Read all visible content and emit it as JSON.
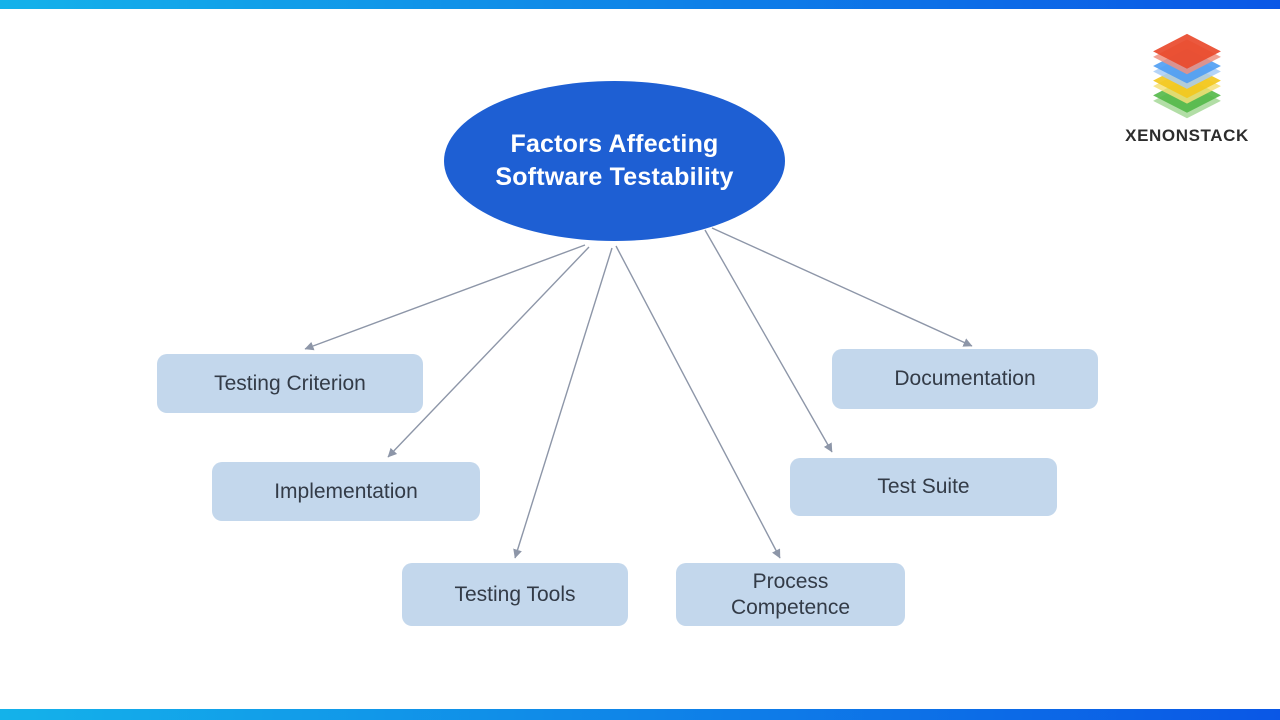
{
  "colors": {
    "bar_start": "#14b2ea",
    "bar_end": "#0a57e6",
    "ellipse_fill": "#1e5fd3",
    "ellipse_text": "#ffffff",
    "node_fill": "#c3d7ec",
    "node_text": "#333b47",
    "arrow": "#8d96a8",
    "logo_text": "#2d2d2d",
    "logo_red": "#e94a2d",
    "logo_red_light": "#f0907f",
    "logo_blue": "#4e9df3",
    "logo_blue_light": "#a7cdf7",
    "logo_yellow": "#f3c71c",
    "logo_yellow_light": "#f6e177",
    "logo_green": "#52b848",
    "logo_green_light": "#a4d896"
  },
  "logo": {
    "brand": "XENONSTACK"
  },
  "diagram": {
    "root": {
      "label": "Factors Affecting Software Testability"
    },
    "nodes": [
      {
        "label": "Testing Criterion"
      },
      {
        "label": "Implementation"
      },
      {
        "label": "Testing Tools"
      },
      {
        "label": "Process Competence"
      },
      {
        "label": "Test Suite"
      },
      {
        "label": "Documentation"
      }
    ]
  }
}
